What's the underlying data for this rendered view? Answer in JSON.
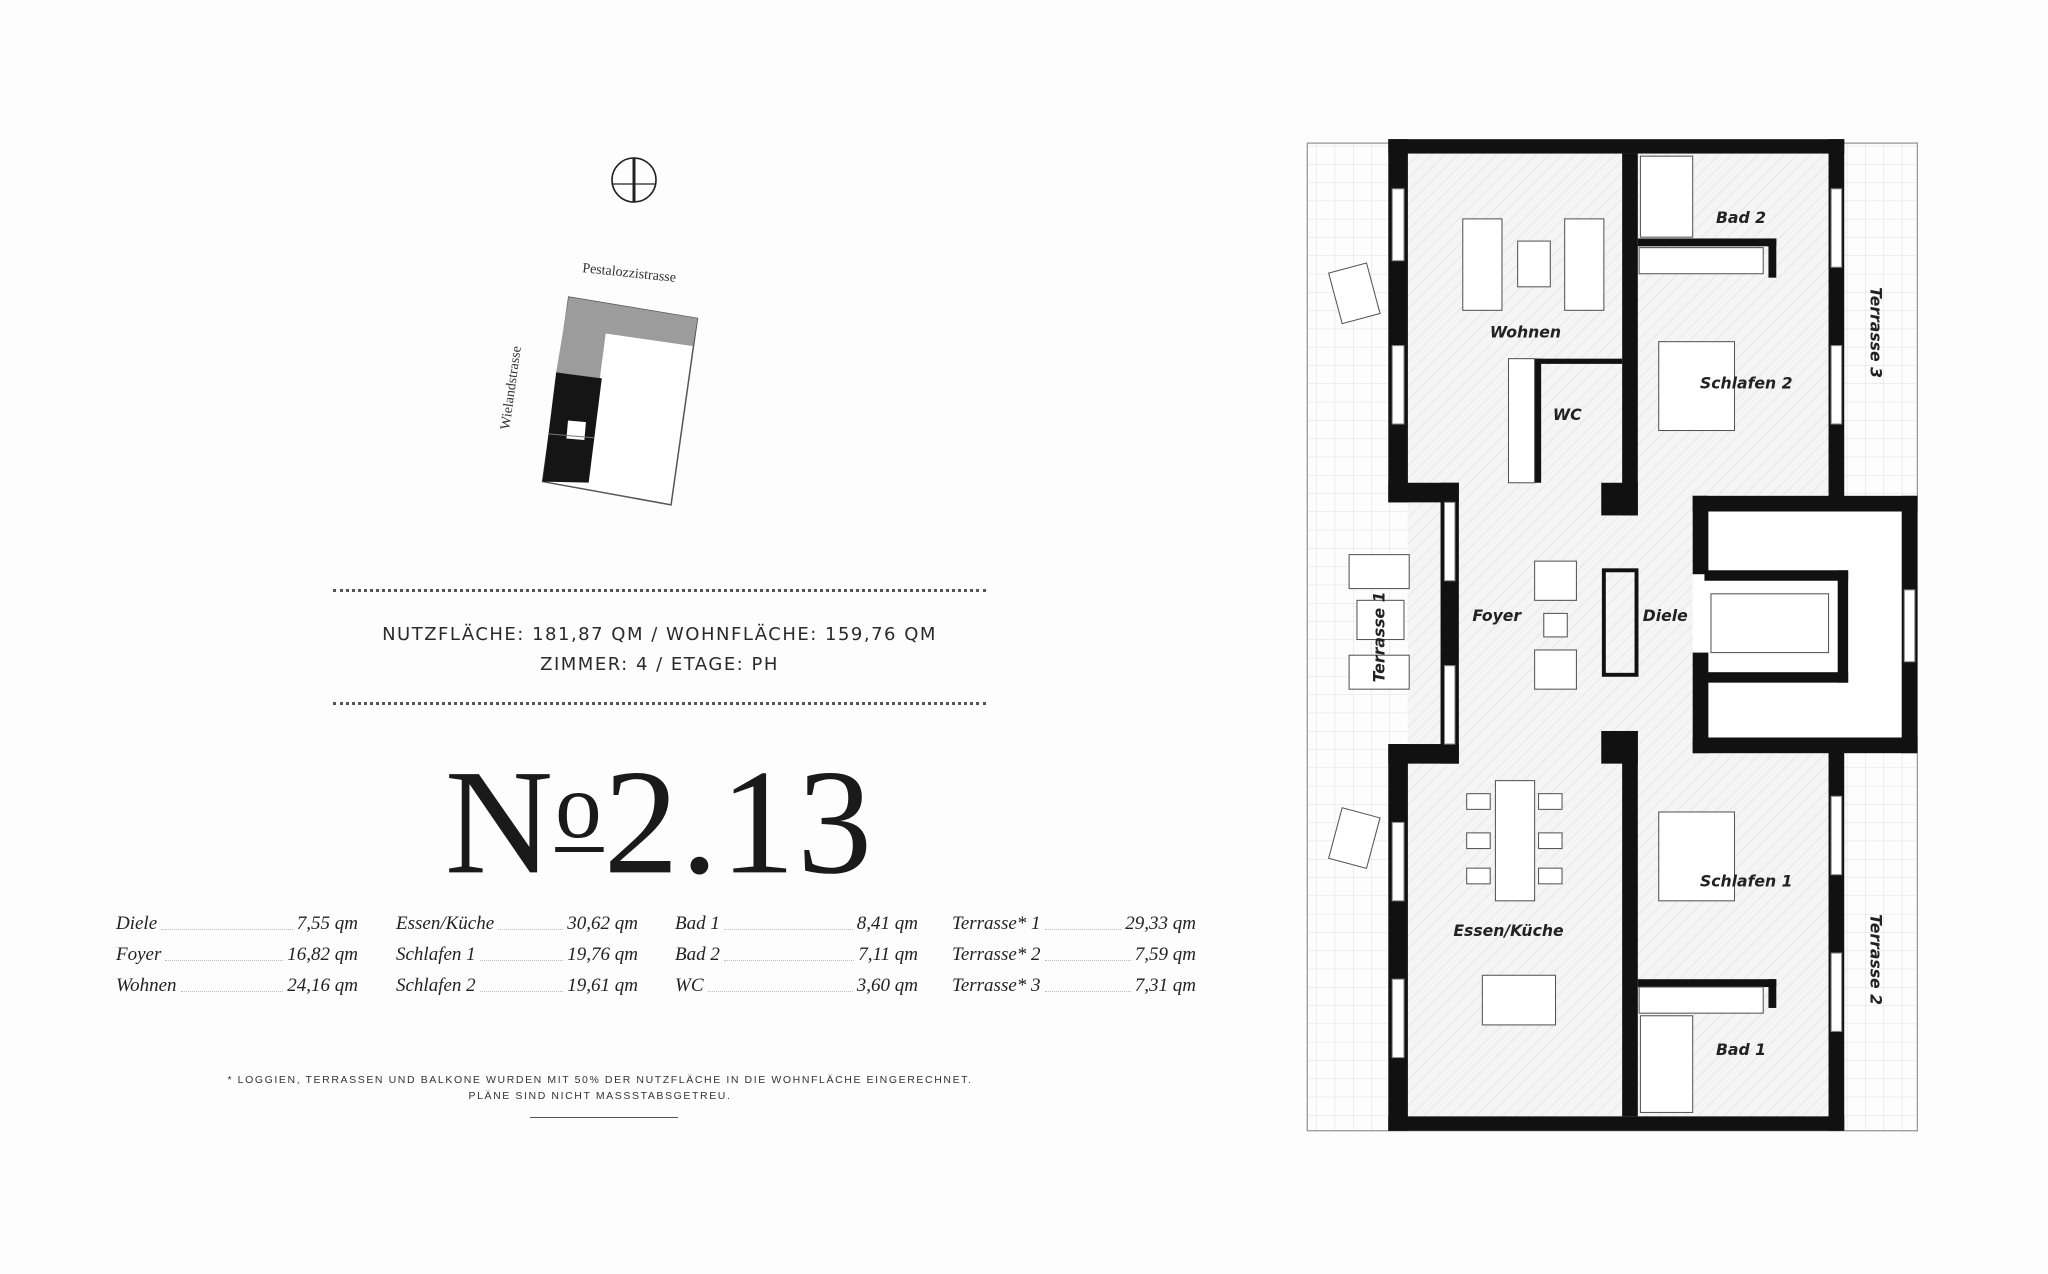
{
  "site_plan": {
    "street_north": "Pestalozzistrasse",
    "street_west": "Wielandstrasse",
    "compass_icon": "north-arrow-icon"
  },
  "summary": {
    "line1": "NUTZFLÄCHE:  181,87 QM /  WOHNFLÄCHE: 159,76 QM",
    "line2": "ZIMMER: 4 /  ETAGE: PH"
  },
  "unit": {
    "prefix": "N",
    "sup": "o",
    "number": "2.13"
  },
  "areas": [
    [
      {
        "room": "Diele",
        "area": "7,55 qm"
      },
      {
        "room": "Foyer",
        "area": "16,82 qm"
      },
      {
        "room": "Wohnen",
        "area": "24,16 qm"
      }
    ],
    [
      {
        "room": "Essen/Küche",
        "area": "30,62 qm"
      },
      {
        "room": "Schlafen 1",
        "area": "19,76 qm"
      },
      {
        "room": "Schlafen 2",
        "area": "19,61 qm"
      }
    ],
    [
      {
        "room": "Bad 1",
        "area": "8,41 qm"
      },
      {
        "room": "Bad 2",
        "area": "7,11 qm"
      },
      {
        "room": "WC",
        "area": "3,60 qm"
      }
    ],
    [
      {
        "room": "Terrasse* 1",
        "area": "29,33 qm"
      },
      {
        "room": "Terrasse* 2",
        "area": "7,59 qm"
      },
      {
        "room": "Terrasse* 3",
        "area": "7,31 qm"
      }
    ]
  ],
  "footnote": {
    "line1": "* LOGGIEN, TERRASSEN UND BALKONE WURDEN MIT 50% DER NUTZFLÄCHE IN DIE WOHNFLÄCHE EINGERECHNET.",
    "line2": "PLÄNE SIND NICHT MASSSTABSGETREU."
  },
  "floorplan": {
    "rooms": {
      "wohnen": "Wohnen",
      "wc": "WC",
      "bad2": "Bad 2",
      "schlafen2": "Schlafen 2",
      "foyer": "Foyer",
      "diele": "Diele",
      "essen": "Essen/Küche",
      "schlafen1": "Schlafen 1",
      "bad1": "Bad 1",
      "terrasse1": "Terrasse 1",
      "terrasse2": "Terrasse 2",
      "terrasse3": "Terrasse 3"
    },
    "wall_color": "#111111",
    "floor_color": "#f3f3f3"
  }
}
